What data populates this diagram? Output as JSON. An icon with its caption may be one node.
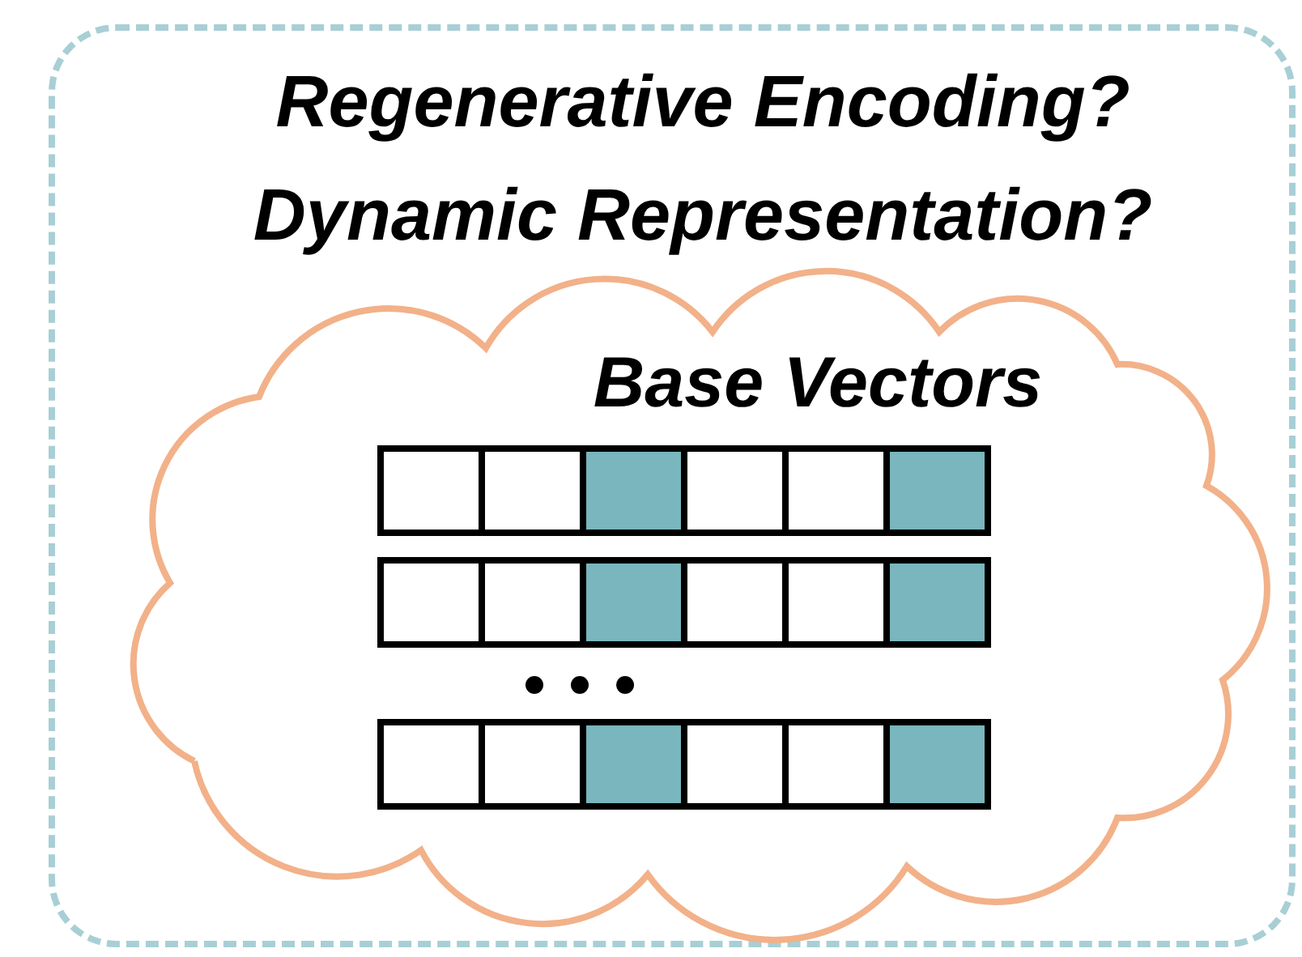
{
  "diagram": {
    "nodes": [
      {
        "text": [
          "Regenerative Encoding?",
          "Dynamic Representation?"
        ]
      },
      {
        "text": [
          "Base Vectors"
        ],
        "in": 0
      }
    ]
  }
}
